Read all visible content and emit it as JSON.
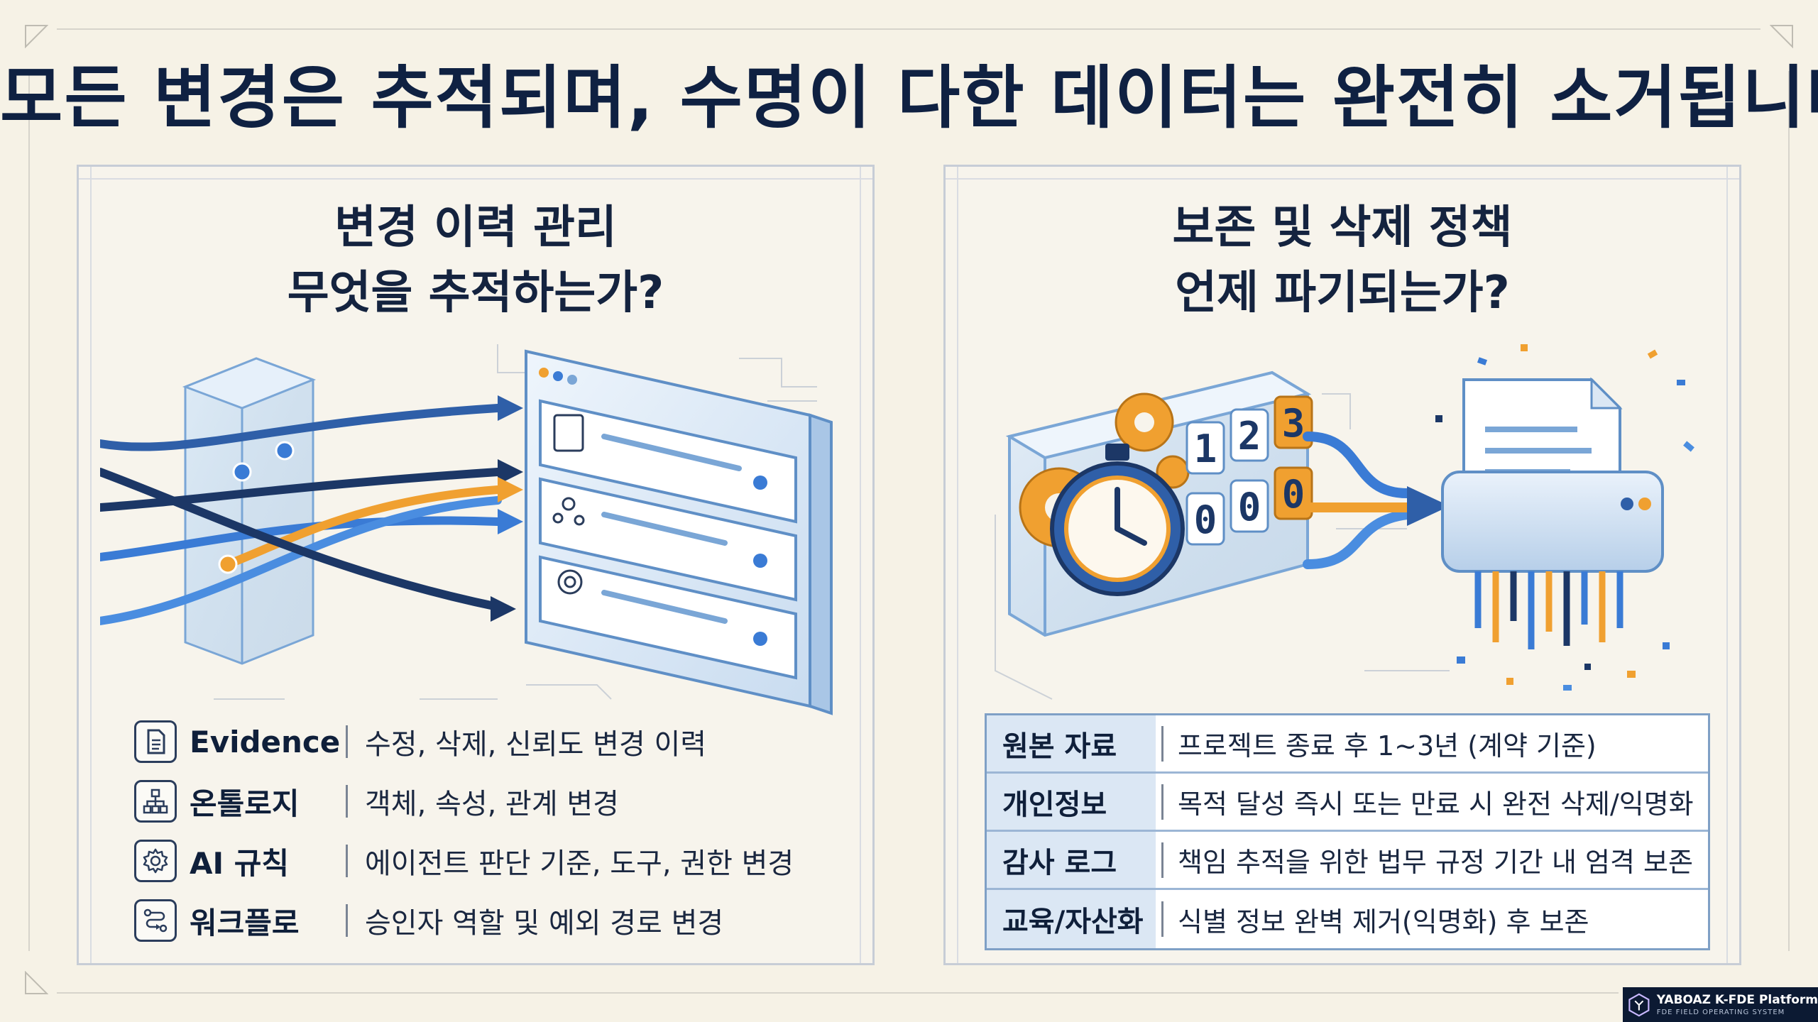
{
  "title": "모든 변경은 추적되며, 수명이 다한 데이터는 완전히 소거됩니다",
  "left_panel": {
    "heading_line1": "변경 이력 관리",
    "heading_line2": "무엇을 추적하는가?",
    "items": [
      {
        "name": "Evidence",
        "desc": "수정, 삭제, 신뢰도 변경 이력",
        "icon": "document-icon"
      },
      {
        "name": "온톨로지",
        "desc": "객체, 속성, 관계 변경",
        "icon": "hierarchy-icon"
      },
      {
        "name": "AI 규칙",
        "desc": "에이전트 판단 기준, 도구, 권한 변경",
        "icon": "gear-icon"
      },
      {
        "name": "워크플로",
        "desc": "승인자 역할 및 예외 경로 변경",
        "icon": "workflow-icon"
      }
    ]
  },
  "right_panel": {
    "heading_line1": "보존 및 삭제 정책",
    "heading_line2": "언제 파기되는가?",
    "counter_digits": [
      "1",
      "2",
      "3",
      "0",
      "0",
      "0"
    ],
    "rows": [
      {
        "label": "원본 자료",
        "value": "프로젝트 종료 후 1~3년 (계약 기준)"
      },
      {
        "label": "개인정보",
        "value": "목적 달성 즉시 또는 만료 시 완전 삭제/익명화"
      },
      {
        "label": "감사 로그",
        "value": "책임 추적을 위한 법무 규정 기간 내 엄격 보존"
      },
      {
        "label": "교육/자산화",
        "value": "식별 정보 완벽 제거(익명화) 후 보존"
      }
    ]
  },
  "badge": {
    "name": "YABOAZ K-FDE Platform",
    "subtitle": "FDE FIELD OPERATING SYSTEM"
  },
  "colors": {
    "background": "#f6f2e6",
    "navy": "#0f2142",
    "blue": "#3a7bd5",
    "orange": "#f0a030",
    "table_header": "#dbe7f4"
  }
}
